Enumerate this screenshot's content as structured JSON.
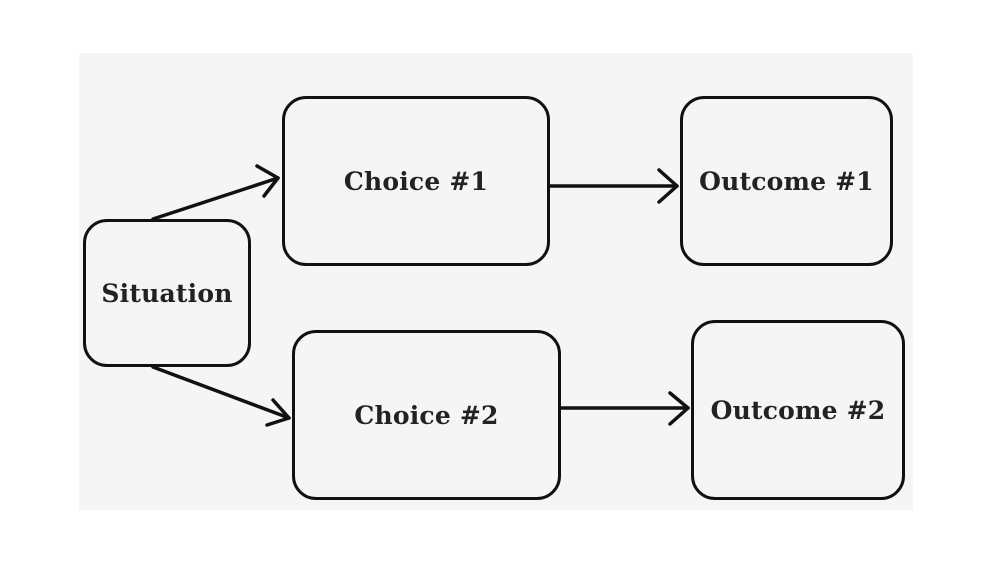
{
  "nodes": {
    "situation": "Situation",
    "choice_1": "Choice #1",
    "choice_2": "Choice #2",
    "outcome_1": "Outcome #1",
    "outcome_2": "Outcome #2"
  },
  "edges": [
    {
      "from": "Situation",
      "to": "Choice #1"
    },
    {
      "from": "Situation",
      "to": "Choice #2"
    },
    {
      "from": "Choice #1",
      "to": "Outcome #1"
    },
    {
      "from": "Choice #2",
      "to": "Outcome #2"
    }
  ]
}
